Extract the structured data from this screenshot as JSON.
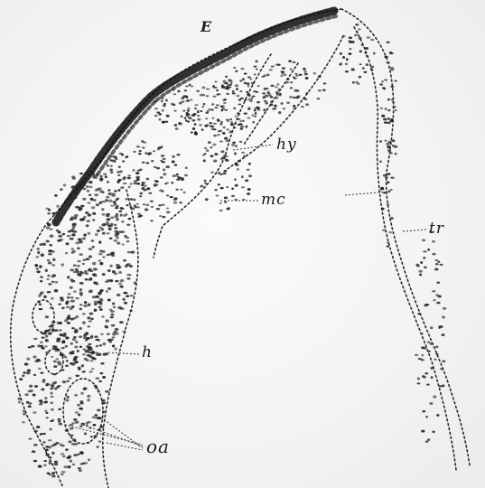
{
  "figure": {
    "labels": {
      "E": "E",
      "hy": "hy",
      "mc": "mc",
      "tr": "tr",
      "h": "h",
      "oa": "oa"
    }
  },
  "colors": {
    "ink": "#1a1a1a",
    "background": "#f3f3f3"
  }
}
